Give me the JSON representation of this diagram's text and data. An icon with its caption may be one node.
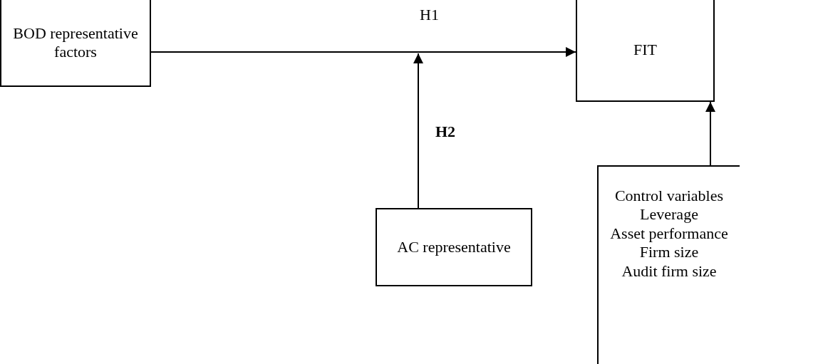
{
  "diagram": {
    "nodes": [
      {
        "text": [
          "BOD representative factors"
        ]
      },
      {
        "text": [
          "FIT"
        ]
      },
      {
        "text": [
          "AC representative"
        ]
      },
      {
        "text": [
          "Control variables",
          "Leverage",
          "Asset performance",
          "Firm size",
          "Audit firm size"
        ]
      }
    ],
    "edges": [
      {
        "from": 0,
        "to": 1,
        "arrow": "to",
        "label": "H1"
      },
      {
        "from": 2,
        "to": null,
        "arrow": "to",
        "label": "**H2**"
      },
      {
        "from": 3,
        "to": 1,
        "arrow": "to"
      }
    ]
  }
}
